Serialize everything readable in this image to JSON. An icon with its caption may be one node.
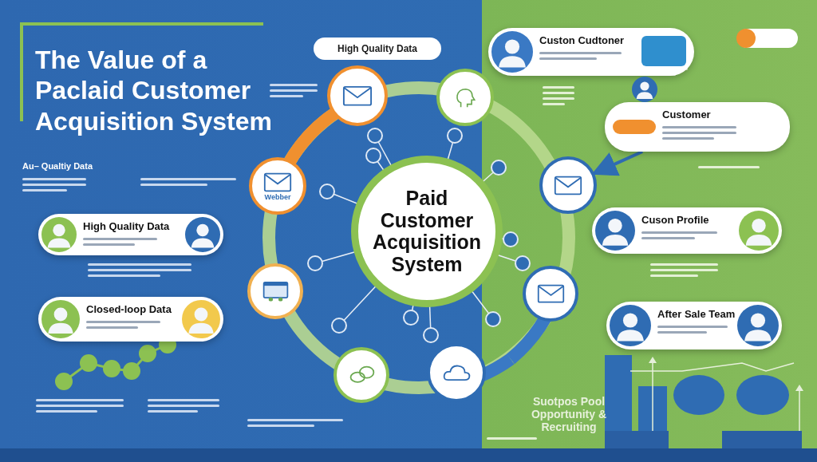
{
  "diagram": {
    "title": "The Value of a Paclaid Customer Acquisition System",
    "nodes": [
      {
        "text": [
          "Paid Customer Acquisition System"
        ]
      },
      {
        "text": [
          "High Quality Data"
        ]
      },
      {
        "text": [],
        "shape": "circle"
      },
      {
        "text": [
          "Webber"
        ]
      },
      {
        "text": [],
        "shape": "circle"
      },
      {
        "text": [],
        "shape": "circle"
      },
      {
        "text": [],
        "shape": "circle"
      },
      {
        "text": [],
        "shape": "circle"
      },
      {
        "text": [],
        "shape": "circle"
      },
      {
        "text": [],
        "shape": "circle"
      },
      {
        "text": [
          "High Quality Data"
        ]
      },
      {
        "text": [
          "Closed-loop Data"
        ]
      },
      {
        "text": [
          "Custon Cudtoner"
        ]
      },
      {
        "text": [
          "Customer"
        ]
      },
      {
        "text": [
          "Cuson Profile"
        ]
      },
      {
        "text": [
          "After Sale Team"
        ]
      }
    ],
    "edges": [
      {
        "from": 13,
        "to": 5,
        "arrow": "to"
      }
    ],
    "labels": [
      "Au– Qualtiy Data",
      "Suotpos Pool Opportunity & Recruiting"
    ]
  }
}
